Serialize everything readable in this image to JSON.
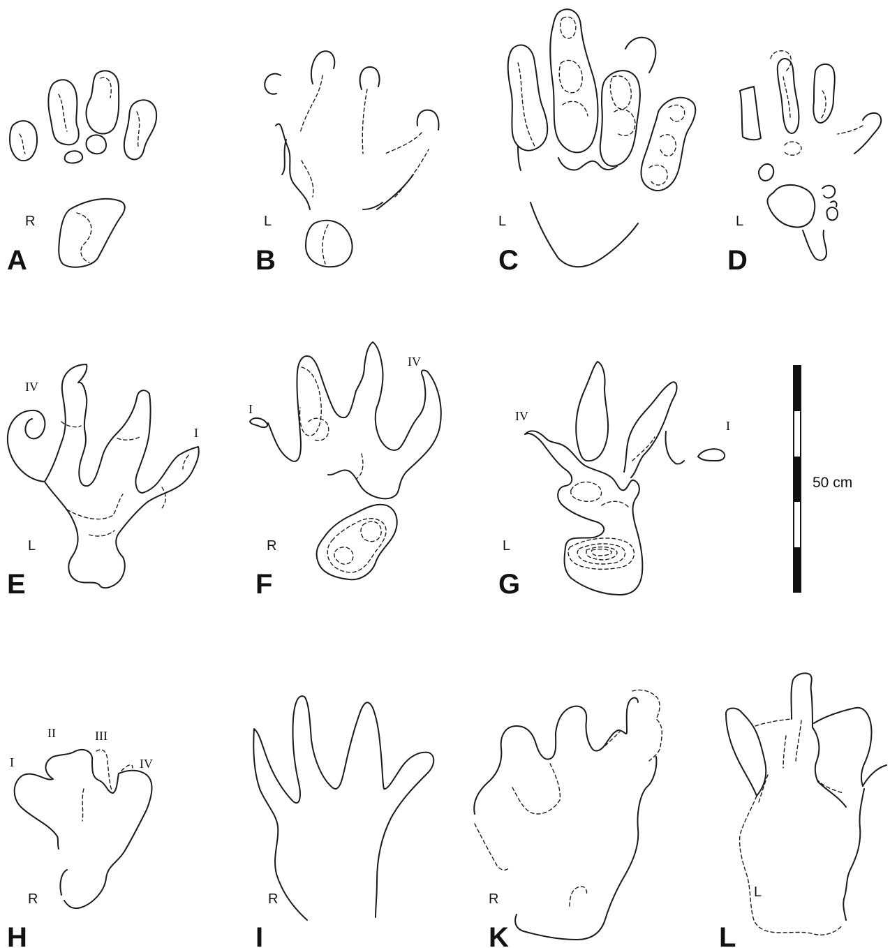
{
  "panels": [
    {
      "letter": "A",
      "side": "R"
    },
    {
      "letter": "B",
      "side": "L"
    },
    {
      "letter": "C",
      "side": "L"
    },
    {
      "letter": "D",
      "side": "L"
    },
    {
      "letter": "E",
      "side": "L",
      "digits": {
        "left": "IV",
        "right": "I"
      }
    },
    {
      "letter": "F",
      "side": "R",
      "digits": {
        "left": "I",
        "right": "IV"
      }
    },
    {
      "letter": "G",
      "side": "L",
      "digits": {
        "left": "IV",
        "right": "I"
      }
    },
    {
      "letter": "H",
      "side": "R",
      "digits": {
        "d1": "I",
        "d2": "II",
        "d3": "III",
        "d4": "IV"
      }
    },
    {
      "letter": "I",
      "side": "R"
    },
    {
      "letter": "K",
      "side": "R"
    },
    {
      "letter": "L",
      "side": "L"
    }
  ],
  "scale_bar": {
    "label": "50 cm"
  }
}
